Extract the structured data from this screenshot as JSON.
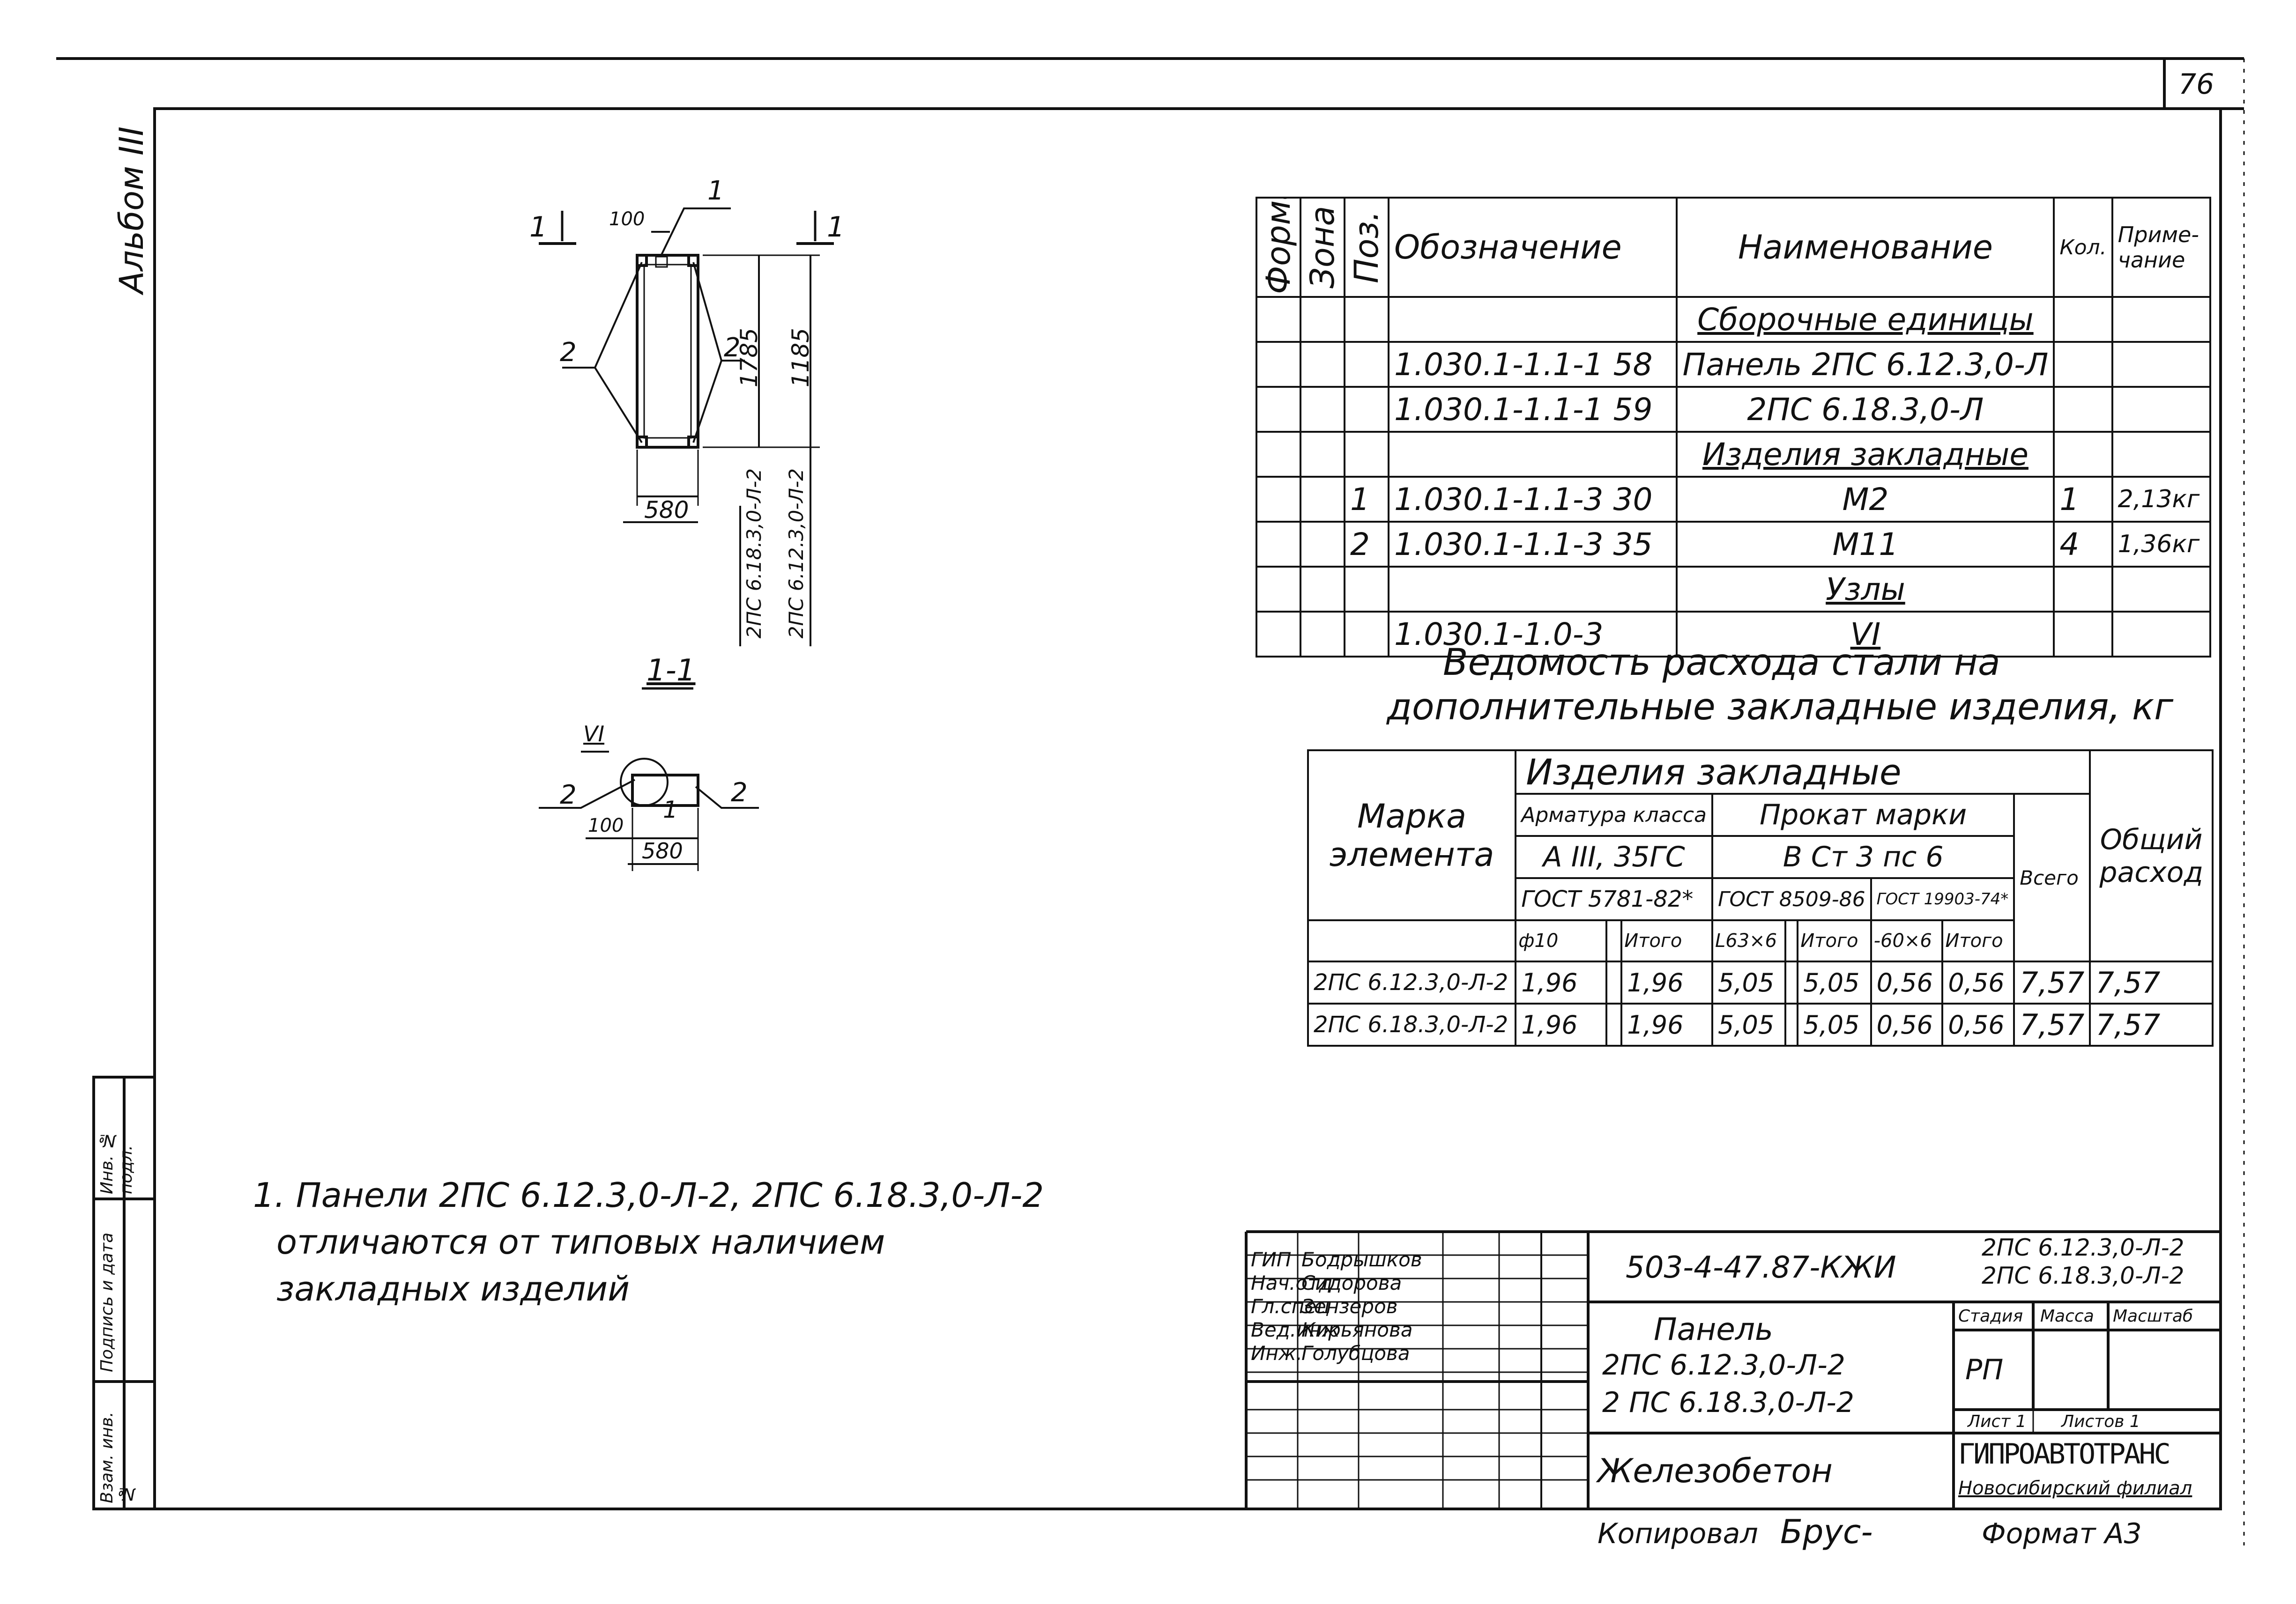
{
  "sheet_number": "76",
  "album_label": "Альбом III",
  "left_strip": [
    "Инв. № подл.",
    "Подпись и дата",
    "Взам. инв. №"
  ],
  "drawing": {
    "section_mark": "1",
    "section_title": "1-1",
    "node_mark": "VI",
    "dim_100_top": "100",
    "dim_580_top": "580",
    "dim_1785": "1785",
    "dim_1185": "1185",
    "mark_1_top": "1",
    "mark_2_left": "2",
    "mark_2_right": "2",
    "vert_label_1": "2ПС 6.18.3,0-Л-2",
    "vert_label_2": "2ПС 6.12.3,0-Л-2",
    "dim_100_sec": "100",
    "dim_580_sec": "580",
    "mark_1_sec": "1",
    "mark_2_sec_left": "2",
    "mark_2_sec_right": "2"
  },
  "spec_table": {
    "headers": {
      "format": "Формат",
      "zone": "Зона",
      "pos": "Поз.",
      "designation": "Обозначение",
      "name": "Наименование",
      "qty": "Кол.",
      "note": "Приме-чание"
    },
    "rows": [
      {
        "pos": "",
        "designation": "",
        "name": "Сборочные единицы",
        "qty": "",
        "note": "",
        "section": true
      },
      {
        "pos": "",
        "designation": "1.030.1-1.1-1   58",
        "name": "Панель 2ПС 6.12.3,0-Л",
        "qty": "",
        "note": ""
      },
      {
        "pos": "",
        "designation": "1.030.1-1.1-1   59",
        "name": "2ПС 6.18.3,0-Л",
        "qty": "",
        "note": ""
      },
      {
        "pos": "",
        "designation": "",
        "name": "Изделия закладные",
        "qty": "",
        "note": "",
        "section": true
      },
      {
        "pos": "1",
        "designation": "1.030.1-1.1-3   30",
        "name": "М2",
        "qty": "1",
        "note": "2,13кг"
      },
      {
        "pos": "2",
        "designation": "1.030.1-1.1-3   35",
        "name": "М11",
        "qty": "4",
        "note": "1,36кг"
      },
      {
        "pos": "",
        "designation": "",
        "name": "Узлы",
        "qty": "",
        "note": "",
        "section": true
      },
      {
        "pos": "",
        "designation": "1.030.1-1.0-3",
        "name": "VI",
        "qty": "",
        "note": "",
        "section": true
      }
    ]
  },
  "steel_title": [
    "Ведомость расхода стали на",
    "дополнительные закладные изделия, кг"
  ],
  "steel_table": {
    "mark_header": "Марка элемента",
    "group_header": "Изделия закладные",
    "rebar_header": "Арматура класса",
    "rebar_class": "А III, 35ГС",
    "rolled_header": "Прокат марки",
    "rolled_grade": "В Ст 3 пс 6",
    "total_header": "Всего",
    "overall_header": "Общий расход",
    "gost1": "ГОСТ 5781-82*",
    "gost2": "ГОСТ 8509-86",
    "gost3": "ГОСТ 19903-74*",
    "sub": [
      "ф10",
      "",
      "Итого",
      "L63×6",
      "",
      "Итого",
      "-60×6",
      "Итого"
    ],
    "rows": [
      {
        "mark": "2ПС 6.12.3,0-Л-2",
        "v": [
          "1,96",
          "",
          "1,96",
          "5,05",
          "",
          "5,05",
          "0,56",
          "0,56",
          "7,57",
          "7,57"
        ]
      },
      {
        "mark": "2ПС 6.18.3,0-Л-2",
        "v": [
          "1,96",
          "",
          "1,96",
          "5,05",
          "",
          "5,05",
          "0,56",
          "0,56",
          "7,57",
          "7,57"
        ]
      }
    ]
  },
  "notes": [
    "1. Панели 2ПС 6.12.3,0-Л-2, 2ПС 6.18.3,0-Л-2",
    "отличаются от типовых наличием",
    "закладных изделий"
  ],
  "title_block": {
    "code": "503-4-47.87-КЖИ",
    "marks": [
      "2ПС 6.12.3,0-Л-2",
      "2ПС 6.18.3,0-Л-2"
    ],
    "staff": [
      {
        "role": "ГИП",
        "name": "Бодрышков"
      },
      {
        "role": "Нач.отд",
        "name": "Сидорова"
      },
      {
        "role": "Гл.спец",
        "name": "Зензеров"
      },
      {
        "role": "Вед.инж",
        "name": "Кирьянова"
      },
      {
        "role": "Инж.",
        "name": "Голубцова"
      }
    ],
    "product": [
      "Панель",
      "2ПС 6.12.3,0-Л-2",
      "2 ПС 6.18.3,0-Л-2"
    ],
    "stage_header": "Стадия",
    "mass_header": "Масса",
    "scale_header": "Масштаб",
    "stage": "РП",
    "sheet_label": "Лист 1",
    "sheets_label": "Листов 1",
    "material": "Железобетон",
    "org": "ГИПРОАВТОТРАНС",
    "branch": "Новосибирский филиал"
  },
  "copied_label": "Копировал",
  "copied_sign": "Брус-",
  "format_label": "Формат А3"
}
